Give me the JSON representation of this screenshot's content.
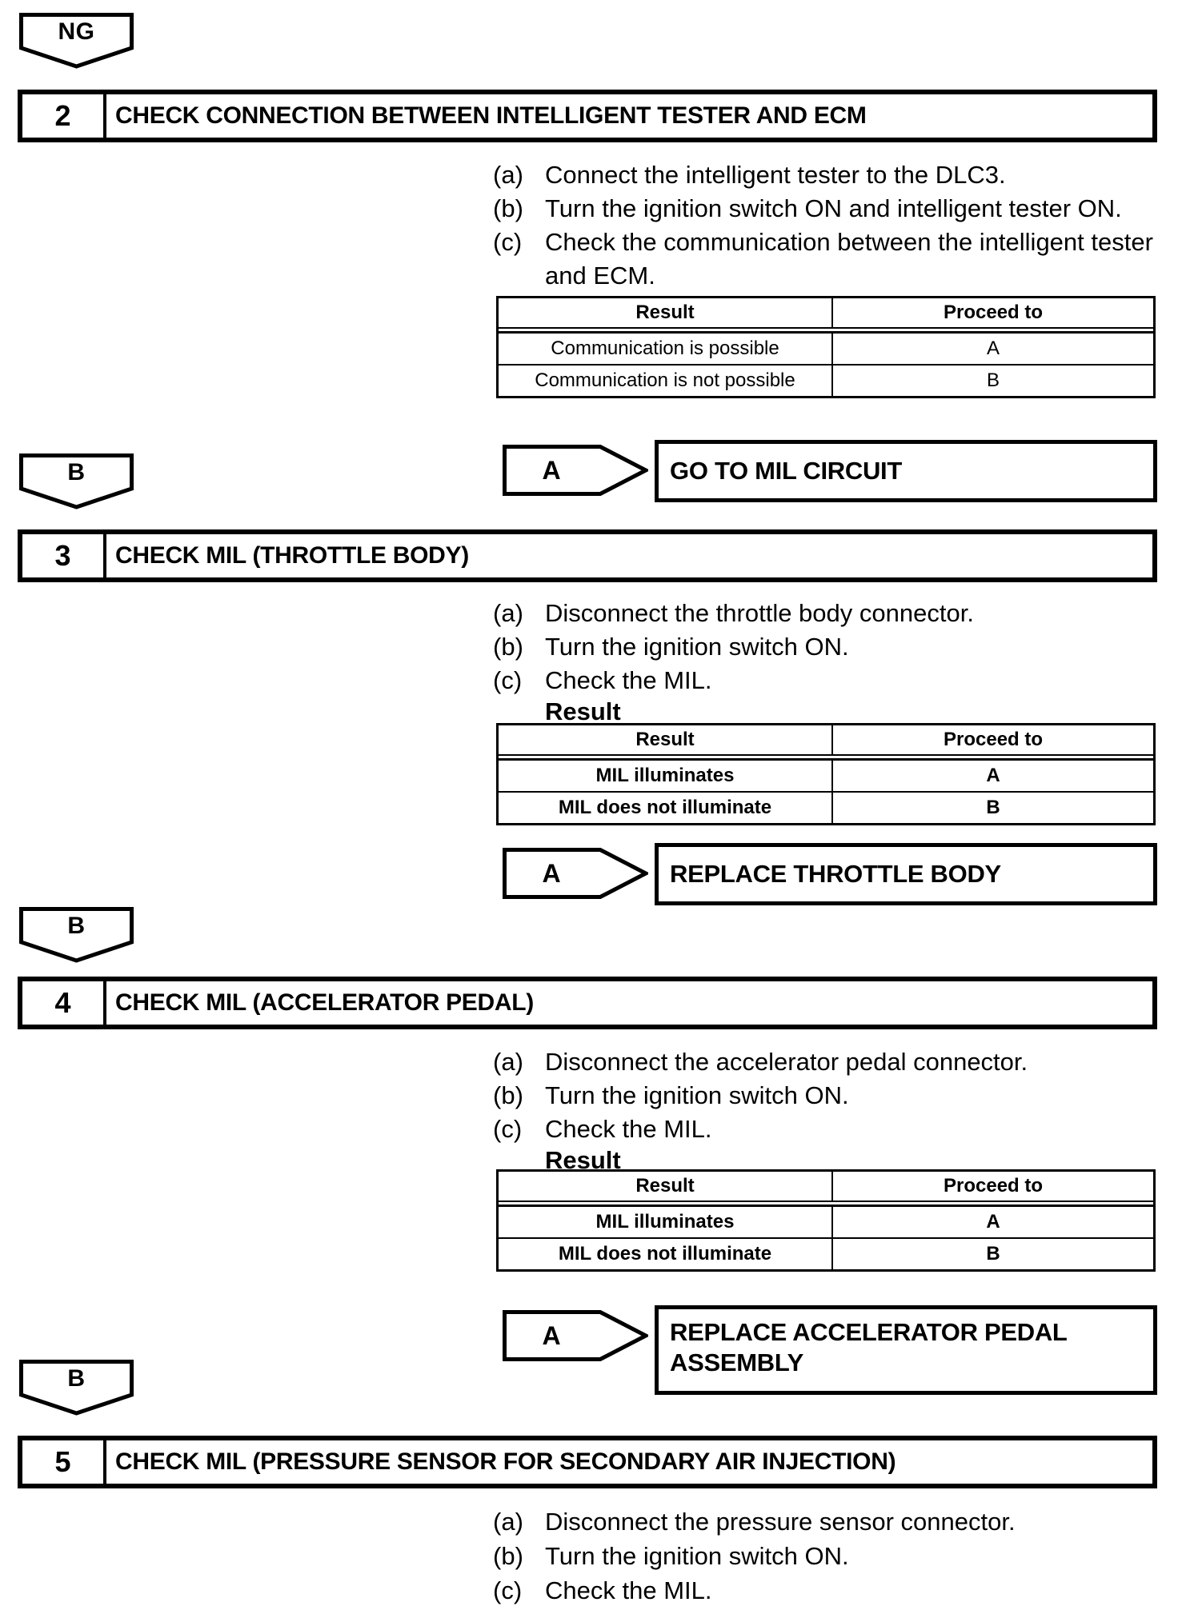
{
  "document": {
    "sections": [
      {
        "connector_in": "NG",
        "number": "2",
        "title": "CHECK CONNECTION BETWEEN INTELLIGENT TESTER AND ECM",
        "substeps": [
          {
            "label": "(a)",
            "text": "Connect the intelligent tester to the DLC3."
          },
          {
            "label": "(b)",
            "text": "Turn the ignition switch ON and intelligent tester ON."
          },
          {
            "label": "(c)",
            "text": "Check the communication between the intelligent tester and ECM."
          }
        ],
        "table": {
          "headers": [
            "Result",
            "Proceed to"
          ],
          "rows": [
            [
              "Communication is possible",
              "A"
            ],
            [
              "Communication is not possible",
              "B"
            ]
          ]
        },
        "action": {
          "connector": "A",
          "label": "GO TO MIL CIRCUIT"
        }
      },
      {
        "connector_in": "B",
        "number": "3",
        "title": "CHECK MIL (THROTTLE BODY)",
        "substeps": [
          {
            "label": "(a)",
            "text": "Disconnect the throttle body connector."
          },
          {
            "label": "(b)",
            "text": "Turn the ignition switch ON."
          },
          {
            "label": "(c)",
            "text": "Check the MIL."
          }
        ],
        "result_label": "Result",
        "table": {
          "headers": [
            "Result",
            "Proceed to"
          ],
          "rows": [
            [
              "MIL illuminates",
              "A"
            ],
            [
              "MIL does not illuminate",
              "B"
            ]
          ]
        },
        "action": {
          "connector": "A",
          "label": "REPLACE THROTTLE BODY"
        }
      },
      {
        "connector_in": "B",
        "number": "4",
        "title": "CHECK MIL (ACCELERATOR PEDAL)",
        "substeps": [
          {
            "label": "(a)",
            "text": "Disconnect the accelerator pedal connector."
          },
          {
            "label": "(b)",
            "text": "Turn the ignition switch ON."
          },
          {
            "label": "(c)",
            "text": "Check the MIL."
          }
        ],
        "result_label": "Result",
        "table": {
          "headers": [
            "Result",
            "Proceed to"
          ],
          "rows": [
            [
              "MIL illuminates",
              "A"
            ],
            [
              "MIL does not illuminate",
              "B"
            ]
          ]
        },
        "action": {
          "connector": "A",
          "label": "REPLACE ACCELERATOR PEDAL ASSEMBLY"
        }
      },
      {
        "connector_in": "B",
        "number": "5",
        "title": "CHECK MIL (PRESSURE SENSOR FOR SECONDARY AIR INJECTION)",
        "substeps": [
          {
            "label": "(a)",
            "text": "Disconnect the pressure sensor connector."
          },
          {
            "label": "(b)",
            "text": "Turn the ignition switch ON."
          },
          {
            "label": "(c)",
            "text": "Check the MIL."
          }
        ]
      }
    ]
  }
}
